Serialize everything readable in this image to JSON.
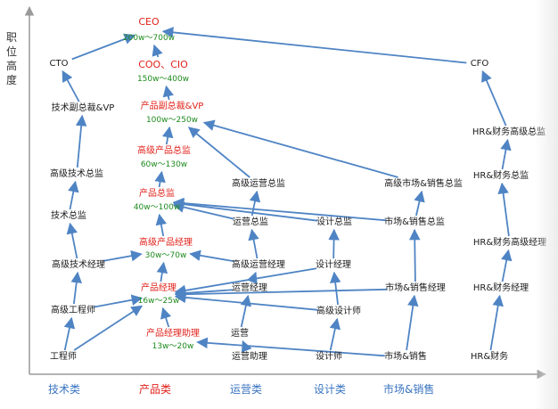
{
  "diagram": {
    "y_axis_label": [
      "职",
      "位",
      "高",
      "度"
    ],
    "categories": [
      {
        "id": "tech",
        "label": "技术类"
      },
      {
        "id": "product",
        "label": "产品类"
      },
      {
        "id": "ops",
        "label": "运营类"
      },
      {
        "id": "design",
        "label": "设计类"
      },
      {
        "id": "market",
        "label": "市场&销售"
      }
    ],
    "nodes": [
      {
        "id": "ceo",
        "label": "CEO",
        "salary": "200w～700w"
      },
      {
        "id": "cto",
        "label": "CTO"
      },
      {
        "id": "cfo",
        "label": "CFO"
      },
      {
        "id": "coo",
        "label": "COO、CIO",
        "salary": "150w～400w"
      },
      {
        "id": "tech_vp",
        "label": "技术副总裁&VP"
      },
      {
        "id": "prod_vp",
        "label": "产品副总裁&VP",
        "salary": "100w～250w"
      },
      {
        "id": "hr_senior_dir",
        "label": "HR&财务高级总监"
      },
      {
        "id": "prod_senior_dir",
        "label": "高级产品总监",
        "salary": "60w～130w"
      },
      {
        "id": "tech_senior_dir",
        "label": "高级技术总监"
      },
      {
        "id": "hr_dir",
        "label": "HR&财务总监"
      },
      {
        "id": "ops_senior_dir",
        "label": "高级运营总监"
      },
      {
        "id": "mkt_senior_dir",
        "label": "高级市场&销售总监"
      },
      {
        "id": "prod_dir",
        "label": "产品总监",
        "salary": "40w～100w"
      },
      {
        "id": "tech_dir",
        "label": "技术总监"
      },
      {
        "id": "ops_dir",
        "label": "运营总监"
      },
      {
        "id": "design_dir",
        "label": "设计总监"
      },
      {
        "id": "mkt_dir",
        "label": "市场&销售总监"
      },
      {
        "id": "prod_senior_mgr",
        "label": "高级产品经理",
        "salary": "30w～70w"
      },
      {
        "id": "hr_senior_mgr",
        "label": "HR&财务高级经理"
      },
      {
        "id": "tech_mgr",
        "label": "高级技术经理"
      },
      {
        "id": "ops_senior_mgr",
        "label": "高级运营经理"
      },
      {
        "id": "design_mgr",
        "label": "设计经理"
      },
      {
        "id": "prod_mgr",
        "label": "产品经理",
        "salary": "16w～25w"
      },
      {
        "id": "ops_mgr",
        "label": "运营经理"
      },
      {
        "id": "mkt_mgr",
        "label": "市场&销售经理"
      },
      {
        "id": "hr_mgr",
        "label": "HR&财务经理"
      },
      {
        "id": "senior_eng",
        "label": "高级工程师"
      },
      {
        "id": "senior_designer",
        "label": "高级设计师"
      },
      {
        "id": "prod_asst",
        "label": "产品经理助理",
        "salary": "13w～20w"
      },
      {
        "id": "ops",
        "label": "运营"
      },
      {
        "id": "engineer",
        "label": "工程师"
      },
      {
        "id": "ops_asst",
        "label": "运营助理"
      },
      {
        "id": "designer",
        "label": "设计师"
      },
      {
        "id": "market",
        "label": "市场&销售"
      },
      {
        "id": "hr",
        "label": "HR&财务"
      }
    ],
    "edges": [
      [
        "engineer",
        "senior_eng"
      ],
      [
        "senior_eng",
        "tech_mgr"
      ],
      [
        "tech_mgr",
        "tech_dir"
      ],
      [
        "tech_dir",
        "tech_senior_dir"
      ],
      [
        "tech_senior_dir",
        "tech_vp"
      ],
      [
        "tech_vp",
        "cto"
      ],
      [
        "cto",
        "ceo"
      ],
      [
        "cfo",
        "ceo"
      ],
      [
        "coo",
        "ceo"
      ],
      [
        "engineer",
        "prod_mgr"
      ],
      [
        "senior_eng",
        "prod_mgr"
      ],
      [
        "tech_mgr",
        "prod_senior_mgr"
      ],
      [
        "prod_asst",
        "prod_mgr"
      ],
      [
        "prod_mgr",
        "prod_senior_mgr"
      ],
      [
        "prod_senior_mgr",
        "prod_dir"
      ],
      [
        "prod_dir",
        "prod_senior_dir"
      ],
      [
        "prod_senior_dir",
        "prod_vp"
      ],
      [
        "prod_vp",
        "coo"
      ],
      [
        "ops_asst",
        "ops"
      ],
      [
        "ops",
        "ops_mgr"
      ],
      [
        "ops_mgr",
        "ops_senior_mgr"
      ],
      [
        "ops_senior_mgr",
        "ops_dir"
      ],
      [
        "ops_dir",
        "ops_senior_dir"
      ],
      [
        "ops_senior_dir",
        "prod_vp"
      ],
      [
        "ops_mgr",
        "prod_mgr"
      ],
      [
        "ops_senior_mgr",
        "prod_senior_mgr"
      ],
      [
        "ops_dir",
        "prod_dir"
      ],
      [
        "designer",
        "senior_designer"
      ],
      [
        "senior_designer",
        "design_mgr"
      ],
      [
        "design_mgr",
        "design_dir"
      ],
      [
        "design_dir",
        "prod_dir"
      ],
      [
        "senior_designer",
        "prod_mgr"
      ],
      [
        "design_mgr",
        "prod_mgr"
      ],
      [
        "market",
        "mkt_mgr"
      ],
      [
        "mkt_mgr",
        "mkt_dir"
      ],
      [
        "mkt_dir",
        "mkt_senior_dir"
      ],
      [
        "mkt_senior_dir",
        "prod_vp"
      ],
      [
        "mkt_mgr",
        "prod_mgr"
      ],
      [
        "mkt_dir",
        "prod_dir"
      ],
      [
        "market",
        "prod_asst"
      ],
      [
        "hr",
        "hr_mgr"
      ],
      [
        "hr_mgr",
        "hr_senior_mgr"
      ],
      [
        "hr_senior_mgr",
        "hr_dir"
      ],
      [
        "hr_dir",
        "hr_senior_dir"
      ],
      [
        "hr_senior_dir",
        "cfo"
      ]
    ],
    "colors": {
      "arrow": "#4f84c4",
      "axis": "#9a9a9a",
      "category_text": "#3a74c0",
      "product_text": "#e0221b",
      "salary_text": "#1e8a1e"
    }
  }
}
